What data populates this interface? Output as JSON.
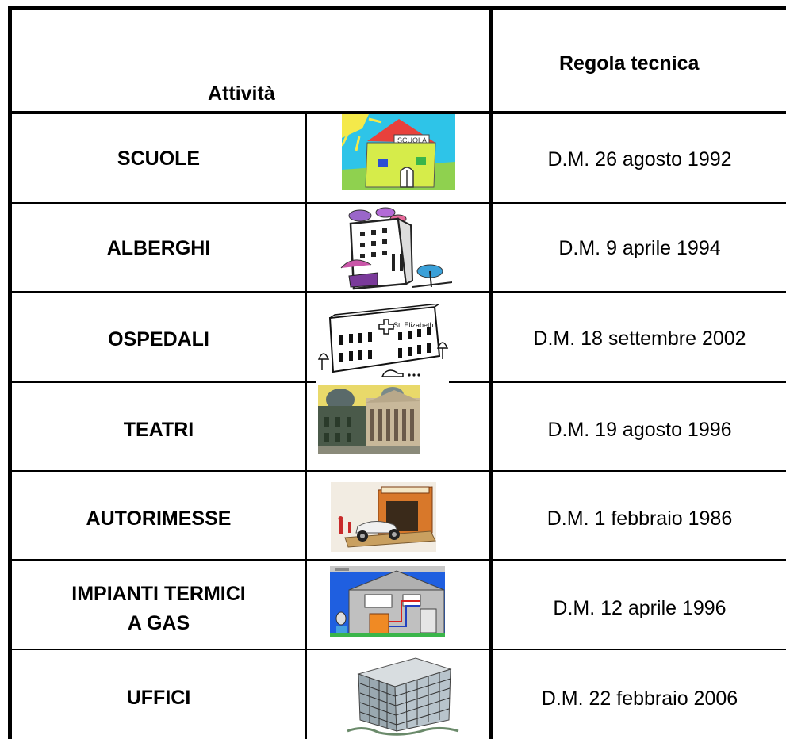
{
  "header": {
    "activity_label": "Attività",
    "rule_label": "Regola tecnica"
  },
  "rows": [
    {
      "name": "SCUOLE",
      "rule": "D.M. 26 agosto 1992",
      "picture": "school-drawing"
    },
    {
      "name": "ALBERGHI",
      "rule": "D.M. 9 aprile 1994",
      "picture": "hotel-drawing"
    },
    {
      "name": "OSPEDALI",
      "rule": "D.M. 18 settembre 2002",
      "picture": "hospital-drawing",
      "picture_text": "St. Elizabeth"
    },
    {
      "name": "TEATRI",
      "rule": "D.M. 19 agosto 1996",
      "picture": "theatre-photo"
    },
    {
      "name": "AUTORIMESSE",
      "rule": "D.M. 1 febbraio 1986",
      "picture": "garage-toy-photo"
    },
    {
      "name_line1": "IMPIANTI TERMICI",
      "name_line2": "A GAS",
      "rule": "D.M. 12 aprile 1996",
      "picture": "gas-heating-plant-diagram"
    },
    {
      "name": "UFFICI",
      "rule": "D.M. 22 febbraio 2006",
      "picture": "office-building-drawing"
    }
  ],
  "colors": {
    "border": "#000000",
    "background": "#ffffff"
  }
}
